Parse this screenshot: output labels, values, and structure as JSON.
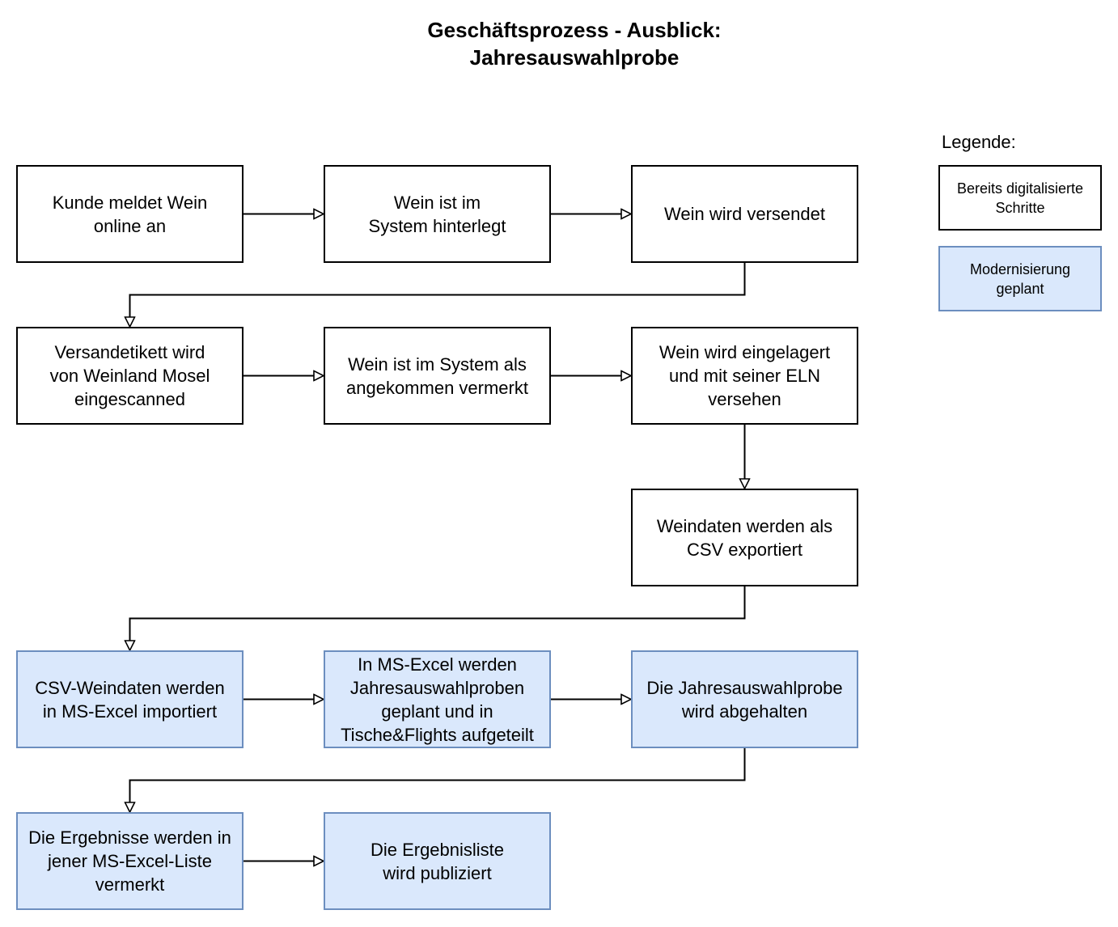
{
  "title": {
    "line1": "Geschäftsprozess - Ausblick:",
    "line2": "Jahresauswahlprobe"
  },
  "legend": {
    "title": "Legende:",
    "digitized": "Bereits digitalisierte\nSchritte",
    "planned": "Modernisierung\ngeplant"
  },
  "colors": {
    "digitized_fill": "#ffffff",
    "digitized_stroke": "#000000",
    "planned_fill": "#dae8fc",
    "planned_stroke": "#6c8ebf"
  },
  "nodes": [
    {
      "id": "n1",
      "label": "Kunde meldet Wein\nonline an",
      "status": "digitized"
    },
    {
      "id": "n2",
      "label": "Wein ist im\nSystem hinterlegt",
      "status": "digitized"
    },
    {
      "id": "n3",
      "label": "Wein wird versendet",
      "status": "digitized"
    },
    {
      "id": "n4",
      "label": "Versandetikett wird\nvon Weinland Mosel\neingescanned",
      "status": "digitized"
    },
    {
      "id": "n5",
      "label": "Wein ist im System als\nangekommen vermerkt",
      "status": "digitized"
    },
    {
      "id": "n6",
      "label": "Wein wird eingelagert\nund mit seiner ELN\nversehen",
      "status": "digitized"
    },
    {
      "id": "n7",
      "label": "Weindaten werden als\nCSV exportiert",
      "status": "digitized"
    },
    {
      "id": "n8",
      "label": "CSV-Weindaten werden\nin MS-Excel importiert",
      "status": "planned"
    },
    {
      "id": "n9",
      "label": "In MS-Excel werden\nJahresauswahlproben\ngeplant und in\nTische&Flights aufgeteilt",
      "status": "planned"
    },
    {
      "id": "n10",
      "label": "Die Jahresauswahlprobe\nwird abgehalten",
      "status": "planned"
    },
    {
      "id": "n11",
      "label": "Die Ergebnisse werden in\njener MS-Excel-Liste\nvermerkt",
      "status": "planned"
    },
    {
      "id": "n12",
      "label": "Die Ergebnisliste\nwird publiziert",
      "status": "planned"
    }
  ],
  "edges": [
    {
      "from": "n1",
      "to": "n2"
    },
    {
      "from": "n2",
      "to": "n3"
    },
    {
      "from": "n3",
      "to": "n4"
    },
    {
      "from": "n4",
      "to": "n5"
    },
    {
      "from": "n5",
      "to": "n6"
    },
    {
      "from": "n6",
      "to": "n7"
    },
    {
      "from": "n7",
      "to": "n8"
    },
    {
      "from": "n8",
      "to": "n9"
    },
    {
      "from": "n9",
      "to": "n10"
    },
    {
      "from": "n10",
      "to": "n11"
    },
    {
      "from": "n11",
      "to": "n12"
    }
  ]
}
